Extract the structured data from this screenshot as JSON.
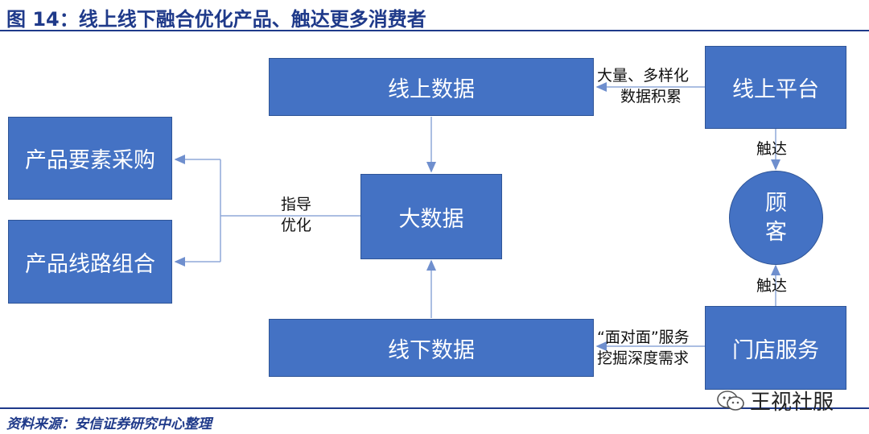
{
  "title": "图 14：线上线下融合优化产品、触达更多消费者",
  "boxes": {
    "online_data": "线上数据",
    "big_data": "大数据",
    "offline_data": "线下数据",
    "online_platform": "线上平台",
    "store_service": "门店服务",
    "product_procurement": "产品要素采购",
    "product_route": "产品线路组合"
  },
  "customer": {
    "line1": "顾",
    "line2": "客"
  },
  "labels": {
    "accumulate_1": "大量、多样化",
    "accumulate_2": "数据积累",
    "reach_top": "触达",
    "reach_bottom": "触达",
    "guide_1": "指导",
    "guide_2": "优化",
    "f2f_1": "“面对面”服务",
    "f2f_2": "挖掘深度需求"
  },
  "source": "资料来源：安信证券研究中心整理",
  "watermark": {
    "text": "王视社服",
    "icon": "wechat-icon"
  },
  "colors": {
    "box": "#4472c4",
    "title": "#1f3a8a"
  }
}
